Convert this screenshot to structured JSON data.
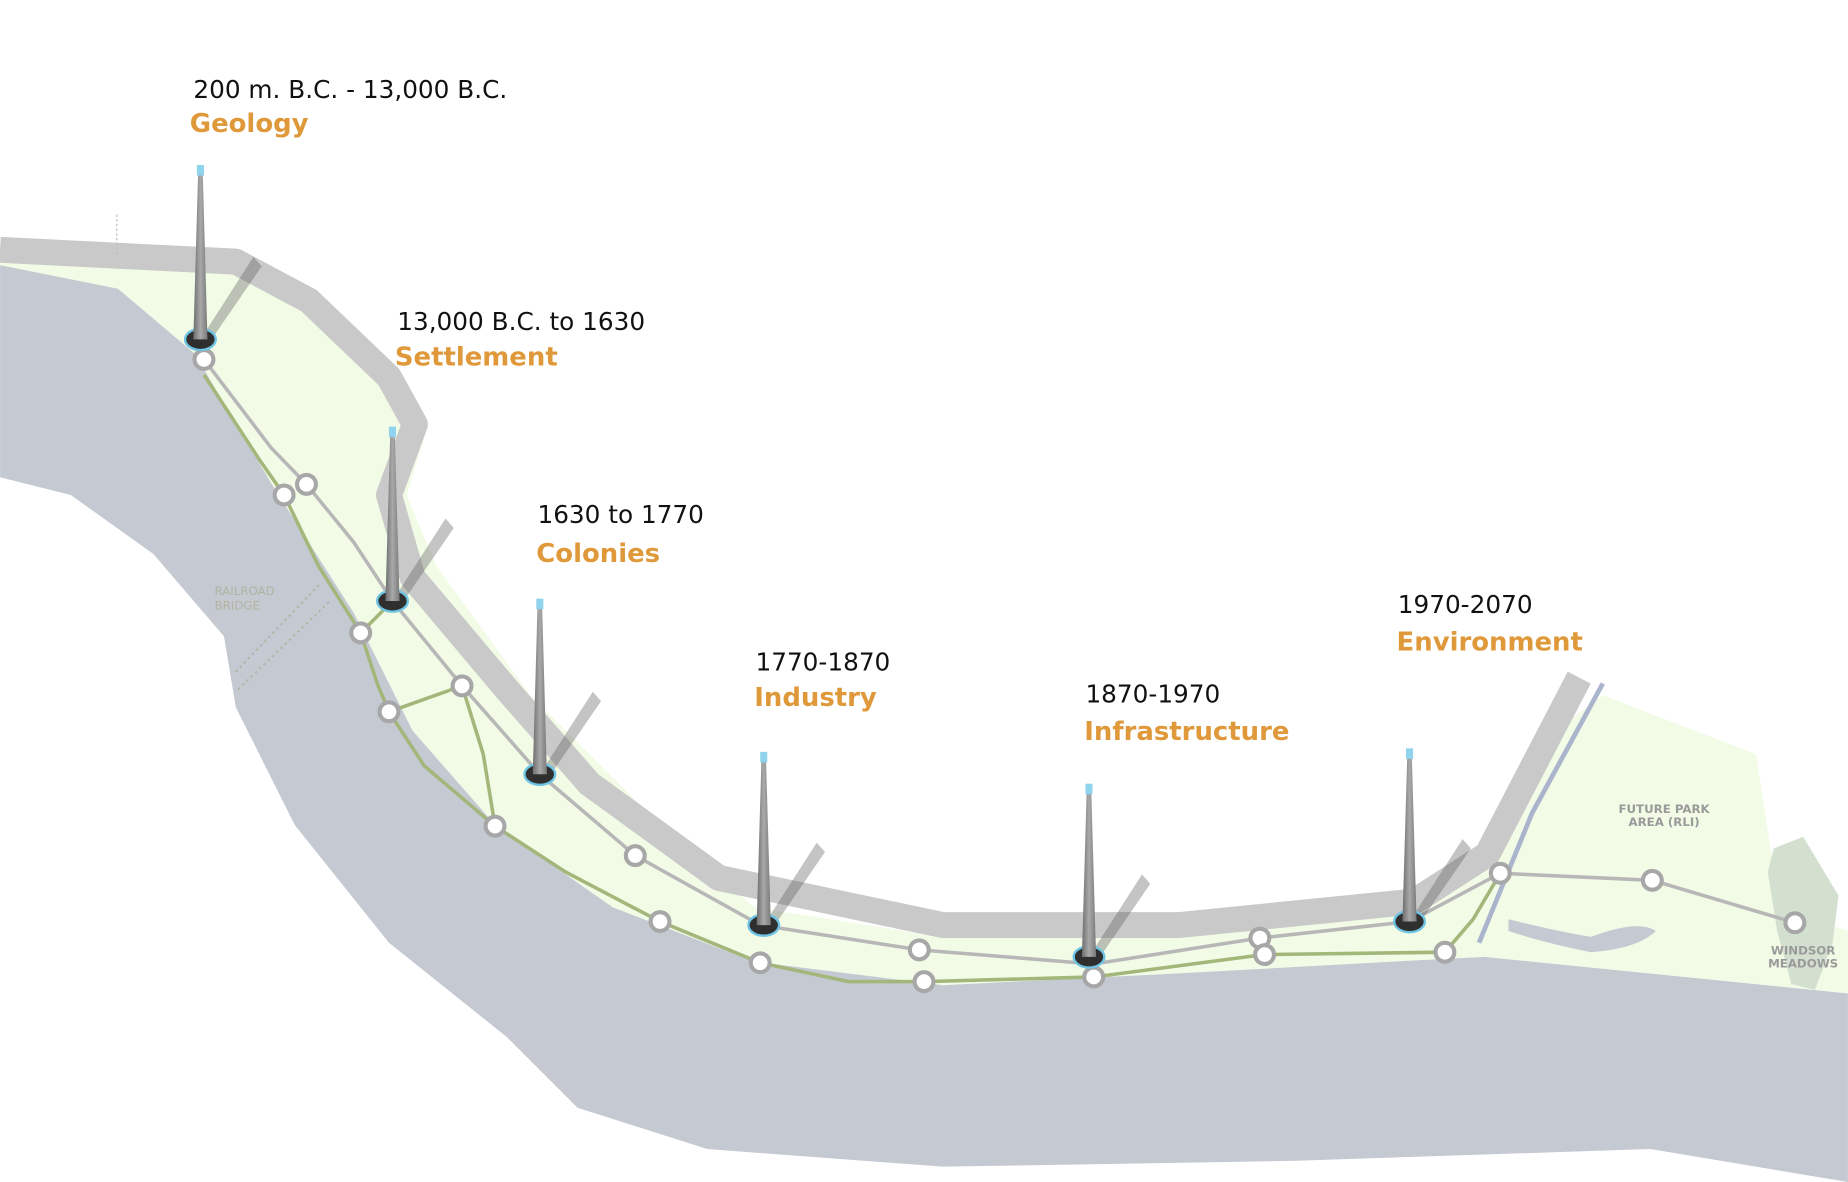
{
  "eras": [
    {
      "date": "200 m. B.C. - 13,000 B.C.",
      "name": "Geology"
    },
    {
      "date": "13,000 B.C. to 1630",
      "name": "Settlement"
    },
    {
      "date": "1630 to 1770",
      "name": "Colonies"
    },
    {
      "date": "1770-1870",
      "name": "Industry"
    },
    {
      "date": "1870-1970",
      "name": "Infrastructure"
    },
    {
      "date": "1970-2070",
      "name": "Environment"
    }
  ],
  "places": {
    "railroad_bridge": [
      "RAILROAD",
      "BRIDGE"
    ],
    "future_park": [
      "FUTURE PARK",
      "AREA (RLI)"
    ],
    "windsor_meadows": [
      "WINDSOR",
      "MEADOWS"
    ]
  },
  "colors": {
    "river": "#c4c9d2",
    "land": "#f1fbe6",
    "road": "#c9c9c9",
    "accent": "#e0993a",
    "trail_green": "#a3b77a",
    "tower_cap": "#8fd3ec"
  }
}
